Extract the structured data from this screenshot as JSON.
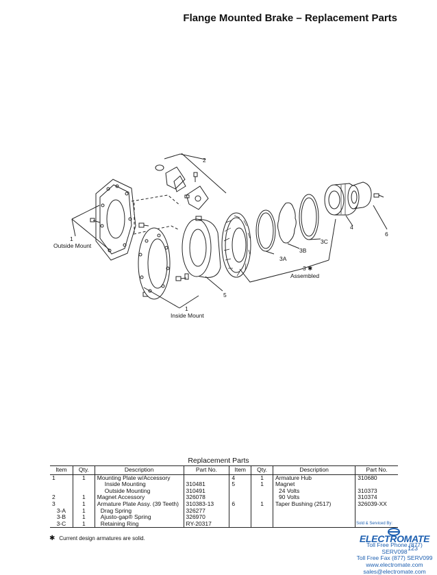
{
  "header": {
    "title": "Flange Mounted Brake – Replacement Parts"
  },
  "callouts": {
    "c2": "2",
    "c1_outside_num": "1",
    "c1_outside_label": "Outside Mount",
    "c4": "4",
    "c6": "6",
    "c3c": "3C",
    "c3b": "3B",
    "c3a": "3A",
    "c3_num": "3 ✱",
    "c3_label": "Assembled",
    "c5": "5",
    "c1_inside_num": "1",
    "c1_inside_label": "Inside Mount"
  },
  "parts_table": {
    "title": "Replacement Parts",
    "headers": [
      "Item",
      "Qty.",
      "Description",
      "Part No.",
      "Item",
      "Qty.",
      "Description",
      "Part No."
    ],
    "left_rows": [
      {
        "item": "1",
        "qty": "1",
        "desc": "Mounting Plate w/Accessory",
        "part": ""
      },
      {
        "item": "",
        "qty": "",
        "desc": "Inside Mounting",
        "part": "310481"
      },
      {
        "item": "",
        "qty": "",
        "desc": "Outside Mounting",
        "part": "310491"
      },
      {
        "item": "2",
        "qty": "1",
        "desc": "Magnet Accessory",
        "part": "326078"
      },
      {
        "item": "3",
        "qty": "1",
        "desc": "Armature Plate Assy. (39 Teeth)",
        "part": "310383-13"
      },
      {
        "item": "3-A",
        "qty": "1",
        "desc": "Drag Spring",
        "part": "326277"
      },
      {
        "item": "3-B",
        "qty": "1",
        "desc": "Ajusto-gap® Spring",
        "part": "326970"
      },
      {
        "item": "3-C",
        "qty": "1",
        "desc": "Retaining Ring",
        "part": "RY-20317"
      }
    ],
    "right_rows": [
      {
        "item": "4",
        "qty": "1",
        "desc": "Armature Hub",
        "part": "310680"
      },
      {
        "item": "5",
        "qty": "1",
        "desc": "Magnet",
        "part": ""
      },
      {
        "item": "",
        "qty": "",
        "desc": "24 Volts",
        "part": "310373"
      },
      {
        "item": "",
        "qty": "",
        "desc": "90 Volts",
        "part": "310374"
      },
      {
        "item": "6",
        "qty": "1",
        "desc": "Taper Bushing (2517)",
        "part": "326039-XX"
      },
      {
        "item": "",
        "qty": "",
        "desc": "",
        "part": ""
      },
      {
        "item": "",
        "qty": "",
        "desc": "",
        "part": ""
      },
      {
        "item": "",
        "qty": "",
        "desc": "",
        "part": ""
      }
    ]
  },
  "footnote": {
    "symbol": "✱",
    "text": "Current design armatures are solid."
  },
  "contact": {
    "sold_by": "Sold & Serviced By:",
    "brand": "ELECTROMATE",
    "phone": "Toll Free Phone  (877) SERV098",
    "fax": "Toll Free Fax  (877) SERV099",
    "web": "www.electromate.com",
    "email": "sales@electromate.com"
  },
  "page_number": "123"
}
